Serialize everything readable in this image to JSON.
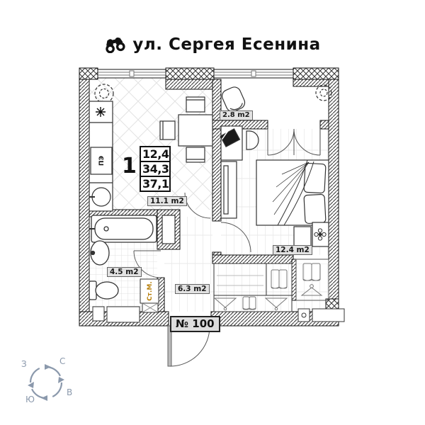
{
  "title": {
    "street": "ул. Сергея Есенина"
  },
  "stamp": {
    "rooms": "1",
    "living_area": "12,4",
    "apartment_area": "34,3",
    "total_area": "37,1"
  },
  "rooms": {
    "kitchen_living": {
      "area_label": "11.1 m2"
    },
    "balcony": {
      "area_label": "2.8 m2"
    },
    "bedroom": {
      "area_label": "12.4 m2"
    },
    "bathroom": {
      "area_label": "4.5 m2"
    },
    "hallway": {
      "area_label": "6.3 m2"
    }
  },
  "apartment_number": "№ 100",
  "appliances": {
    "washing_machine": "Ст.М.",
    "stove": "ПЭ"
  },
  "compass": {
    "north": "С",
    "south": "Ю",
    "west": "З",
    "east": "В"
  },
  "colors": {
    "walls": "#111111",
    "label_bg": "#e2e2e2",
    "washing_machine_text": "#b8800d",
    "compass": "#8b99ac"
  }
}
